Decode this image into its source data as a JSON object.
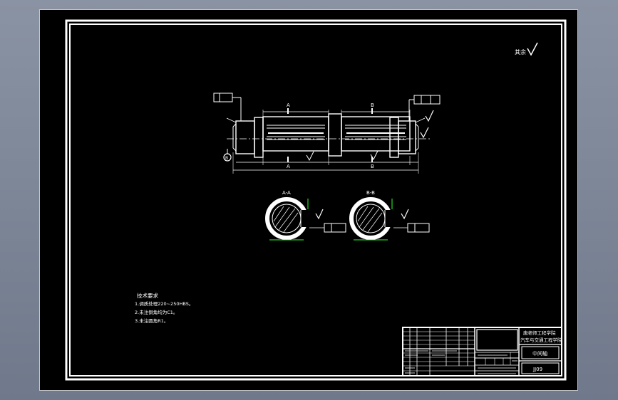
{
  "sheet": {
    "roughness_note": "其余"
  },
  "part_view": {
    "section_marks": [
      "A",
      "A",
      "B",
      "B"
    ],
    "datum_letter": "B"
  },
  "sections": [
    {
      "title": "A-A"
    },
    {
      "title": "B-B"
    }
  ],
  "technical_requirements": {
    "heading": "技术要求",
    "items": [
      "1.调质处理220~250HBS。",
      "2.未注倒角均为C1。",
      "3.未注圆角R1。"
    ]
  },
  "title_block": {
    "school": "唐老师工程学院",
    "department": "汽车与交通工程学院",
    "part_name": "中间轴",
    "drawing_no": "JJ09"
  },
  "colors": {
    "line": "#ffffff",
    "highlight": "#2cff2c",
    "background": "#000000",
    "window_frame": "#7d8798"
  }
}
